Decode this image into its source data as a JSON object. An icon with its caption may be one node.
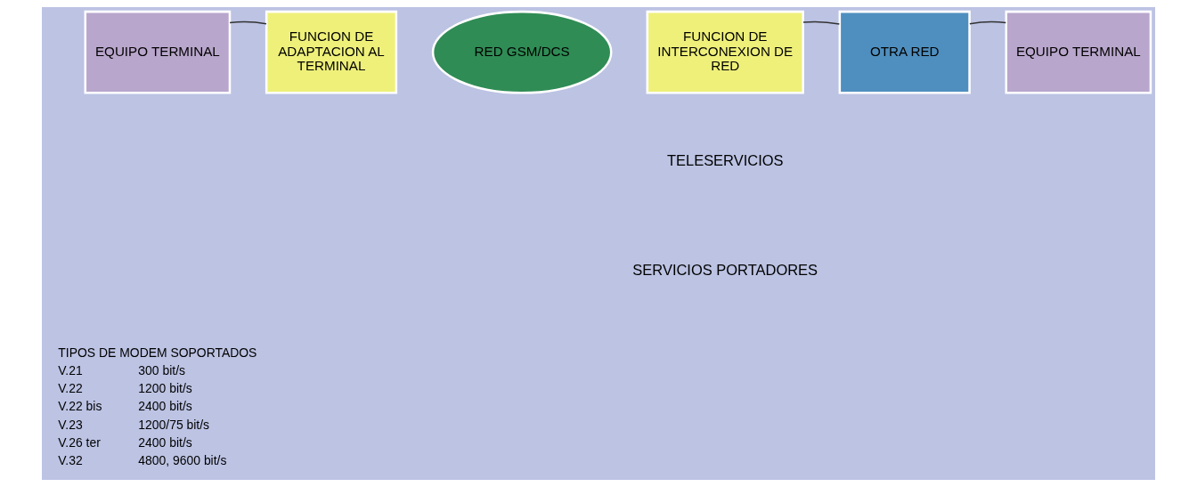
{
  "diagram": {
    "nodes": [
      {
        "text": [
          "EQUIPO TERMINAL"
        ]
      },
      {
        "text": [
          "FUNCION DE ADAPTACION AL TERMINAL"
        ]
      },
      {
        "text": [
          "RED GSM/DCS"
        ]
      },
      {
        "text": [
          "FUNCION DE INTERCONEXION DE RED"
        ]
      },
      {
        "text": [
          "OTRA RED"
        ]
      },
      {
        "text": [
          "EQUIPO TERMINAL"
        ]
      }
    ],
    "edges": [
      {
        "from": 0,
        "to": 1,
        "arrow": "none"
      },
      {
        "from": 3,
        "to": 4,
        "arrow": "none"
      },
      {
        "from": 4,
        "to": 5,
        "arrow": "none"
      }
    ],
    "labels": [
      "TELESERVICIOS",
      "SERVICIOS PORTADORES",
      "TIPOS DE MODEM SOPORTADOS",
      "V.21",
      "300 bit/s",
      "V.22",
      "1200 bit/s",
      "V.22 bis",
      "2400 bit/s",
      "V.23",
      "1200/75 bit/s",
      "V.26 ter",
      "2400 bit/s",
      "V.32",
      "4800, 9600 bit/s"
    ]
  }
}
